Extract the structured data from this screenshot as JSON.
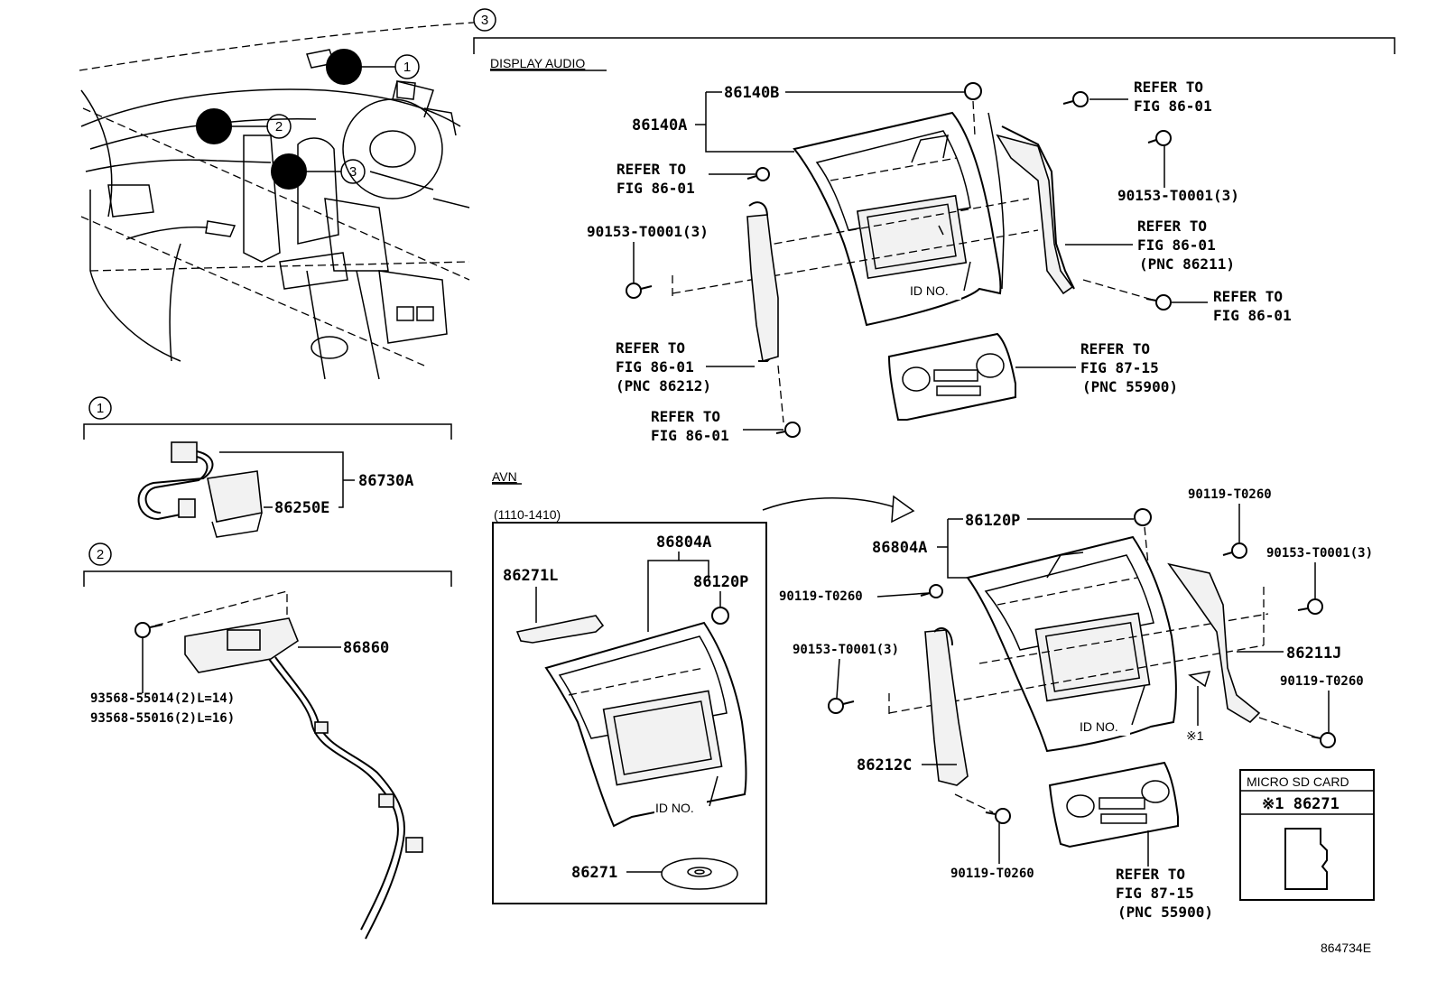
{
  "sections": {
    "callout_1": "1",
    "callout_2": "2",
    "callout_3": "3",
    "display_audio": "DISPLAY AUDIO",
    "avn": "AVN",
    "avn_range": "(1110-1410)"
  },
  "dash_callouts": [
    "1",
    "2",
    "3"
  ],
  "section1": {
    "part_86730A": "86730A",
    "part_86250E": "86250E"
  },
  "section2": {
    "part_86860": "86860",
    "bolt_a": "93568-55014(2)L=14)",
    "bolt_b": "93568-55016(2)L=16)"
  },
  "display_audio": {
    "p_86140B": "86140B",
    "p_86140A": "86140A",
    "refer_a1": "REFER TO",
    "refer_a2": "FIG 86-01",
    "p_90153_left": "90153-T0001(3)",
    "refer_b1": "REFER TO",
    "refer_b2": "FIG 86-01",
    "refer_b3": "(PNC 86212)",
    "refer_c1": "REFER TO",
    "refer_c2": "FIG 86-01",
    "refer_d1": "REFER TO",
    "refer_d2": "FIG 86-01",
    "p_90153_right": "90153-T0001(3)",
    "refer_e1": "REFER TO",
    "refer_e2": "FIG 86-01",
    "refer_e3": "(PNC 86211)",
    "refer_f1": "REFER TO",
    "refer_f2": "FIG 86-01",
    "refer_g1": "REFER TO",
    "refer_g2": "FIG 87-15",
    "refer_g3": "(PNC 55900)",
    "id_no": "ID NO."
  },
  "avn_box": {
    "p_86804A": "86804A",
    "p_86271L": "86271L",
    "p_86120P": "86120P",
    "id_no": "ID NO.",
    "p_86271": "86271"
  },
  "avn_right": {
    "p_86120P": "86120P",
    "p_86804A": "86804A",
    "p_90119_top": "90119-T0260",
    "p_90153_top": "90153-T0001(3)",
    "p_90119_left": "90119-T0260",
    "p_90153_left": "90153-T0001(3)",
    "p_86211J": "86211J",
    "p_90119_right": "90119-T0260",
    "p_86212C": "86212C",
    "p_90119_bottom": "90119-T0260",
    "id_no": "ID NO.",
    "note_1": "※1",
    "refer_h1": "REFER TO",
    "refer_h2": "FIG 87-15",
    "refer_h3": "(PNC 55900)"
  },
  "micro_sd": {
    "title": "MICRO SD CARD",
    "item": "※1 86271"
  },
  "figure_id": "864734E"
}
